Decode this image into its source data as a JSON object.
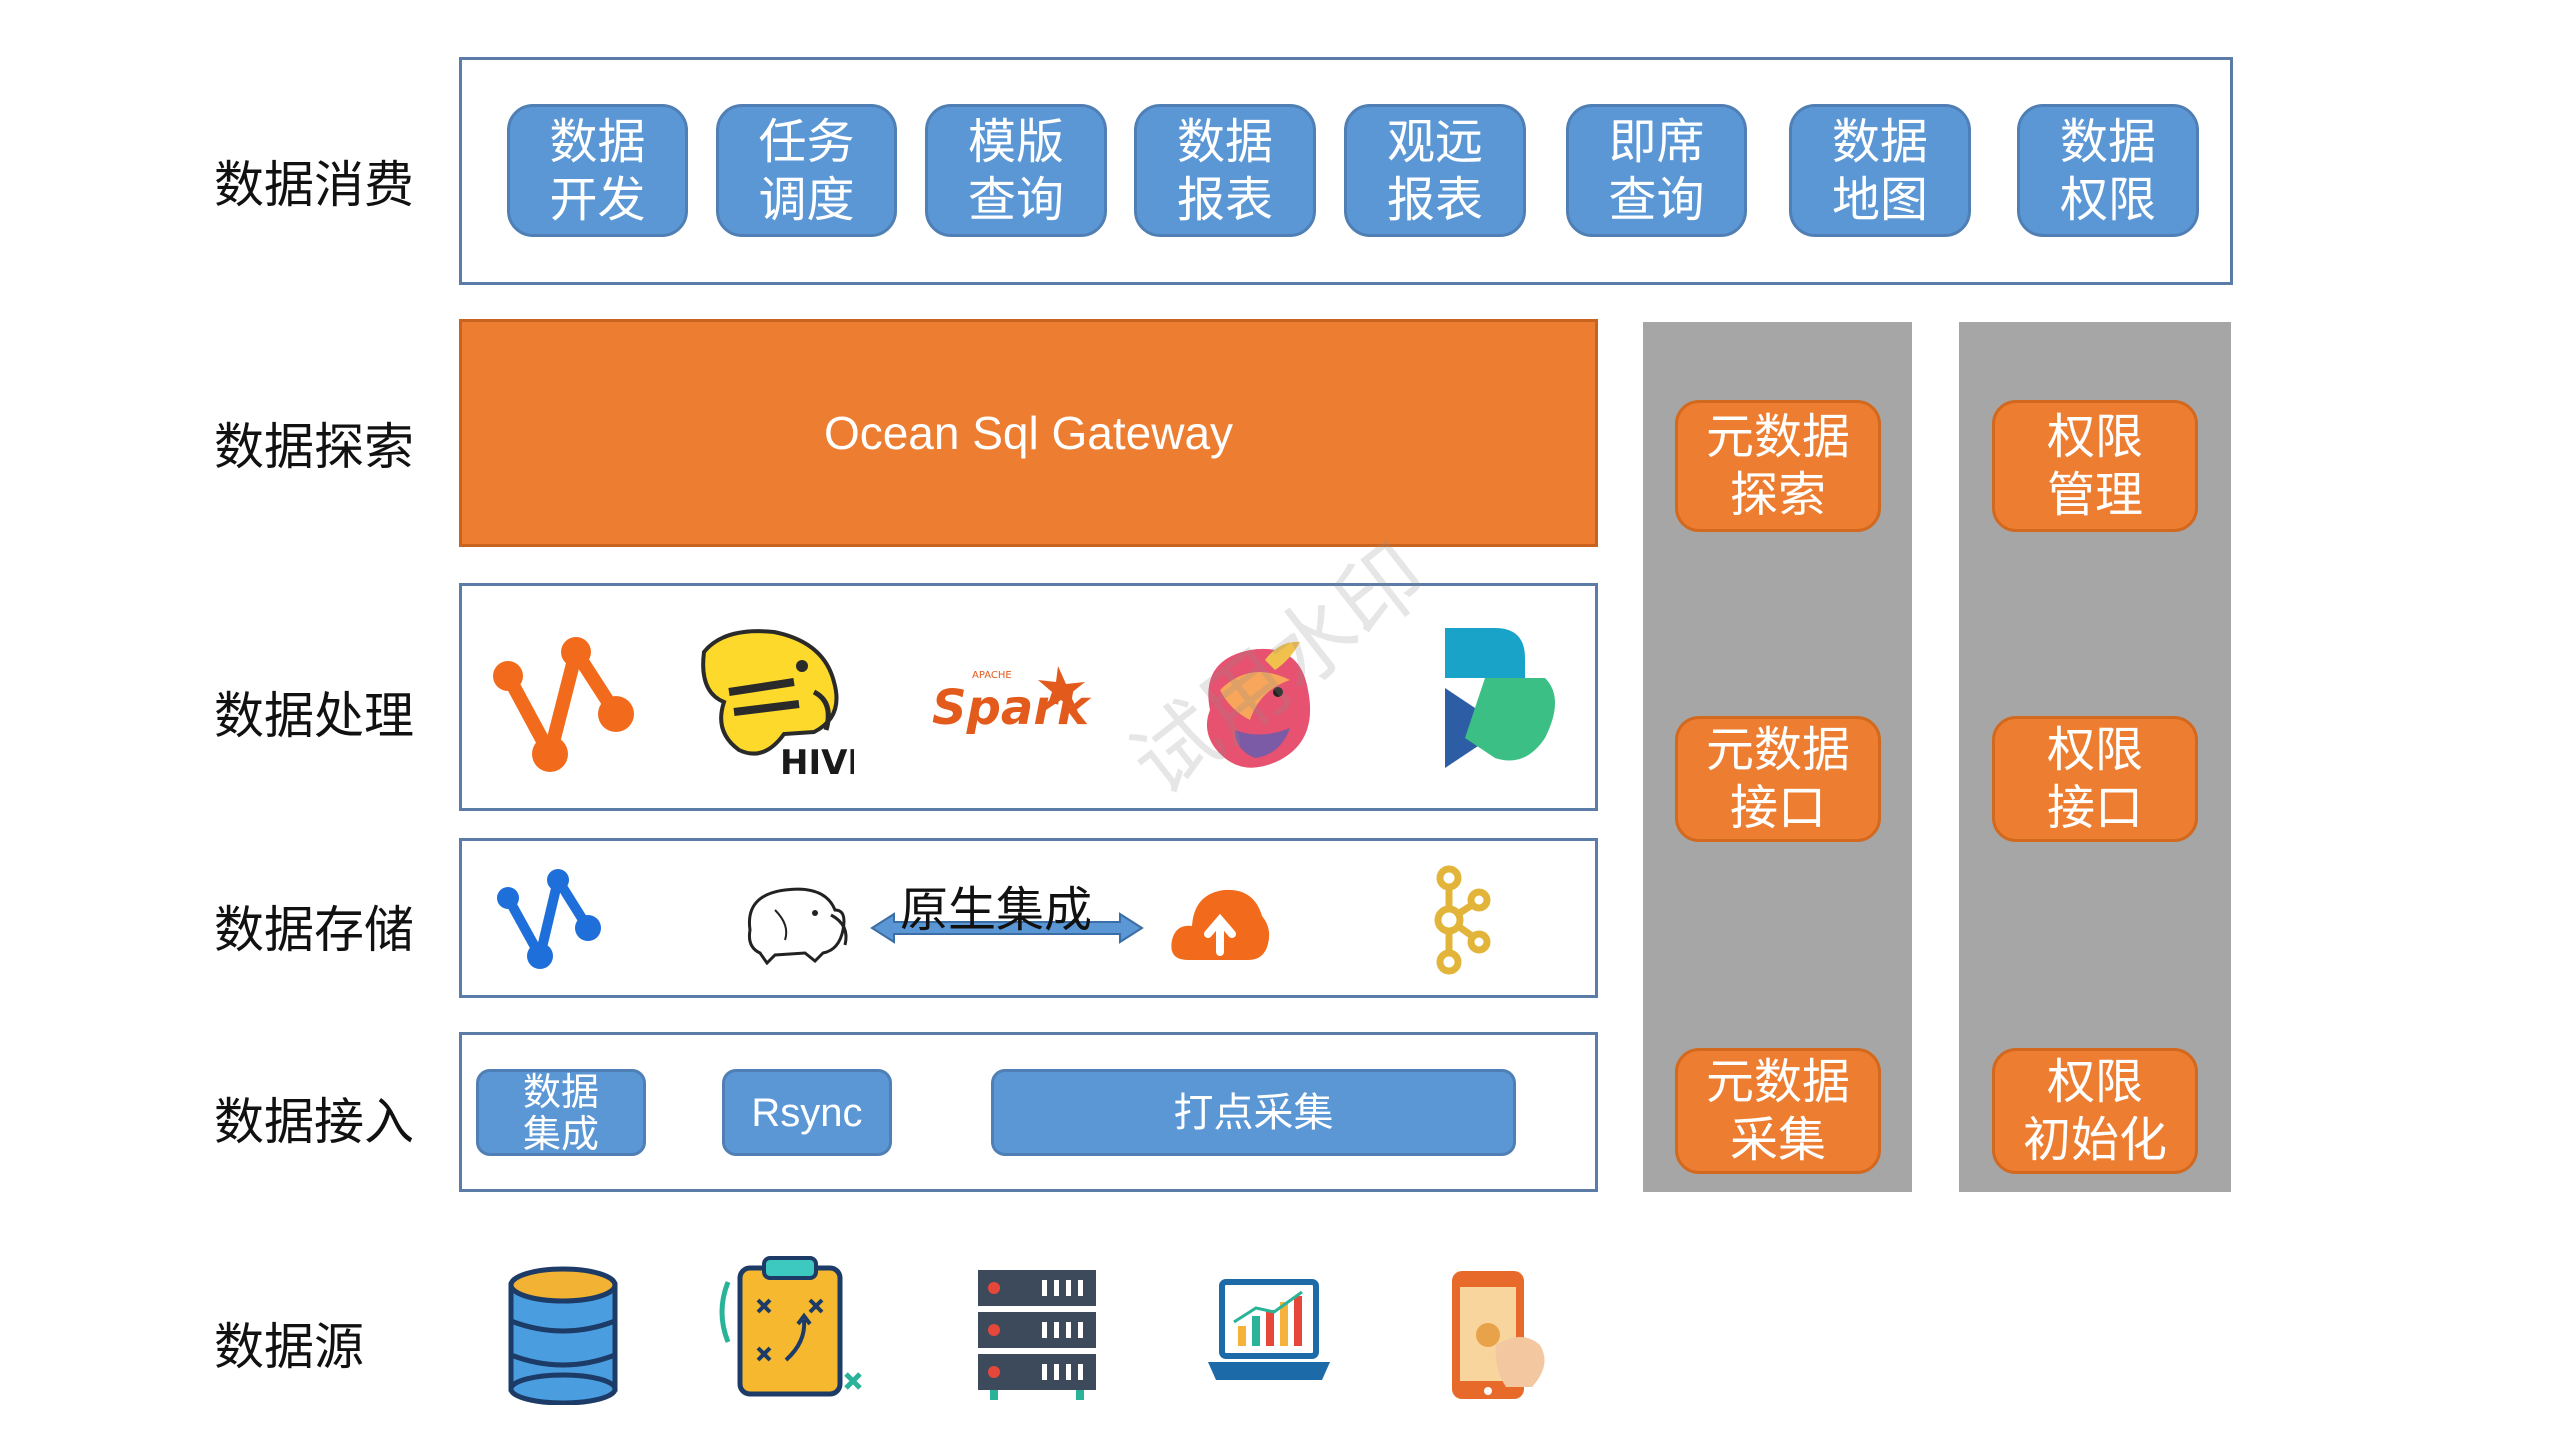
{
  "rows": {
    "consume": "数据消费",
    "explore": "数据探索",
    "process": "数据处理",
    "storage": "数据存储",
    "ingest": "数据接入",
    "source": "数据源"
  },
  "consume_items": [
    "数据\n开发",
    "任务\n调度",
    "模版\n查询",
    "数据\n报表",
    "观远\n报表",
    "即席\n查询",
    "数据\n地图",
    "数据\n权限"
  ],
  "gateway": "Ocean Sql Gateway",
  "meta_col": [
    "元数据\n探索",
    "元数据\n接口",
    "元数据\n采集"
  ],
  "perm_col": [
    "权限\n管理",
    "权限\n接口",
    "权限\n初始化"
  ],
  "ingest_items": {
    "integrate": "数据\n集成",
    "rsync": "Rsync",
    "tracking": "打点采集"
  },
  "storage_arrow_label": "原生集成",
  "hive_text": "HIVE",
  "spark_text": "Spark",
  "apache_text": "APACHE",
  "watermark": "试用水印",
  "icons": {
    "process": [
      "airflow-icon",
      "hive-logo",
      "spark-logo",
      "flink-logo",
      "kylin-icon"
    ],
    "storage": [
      "doris-icon",
      "hadoop-icon",
      "cloud-storage-icon",
      "kafka-icon"
    ],
    "source": [
      "database-icon",
      "clipboard-icon",
      "server-rack-icon",
      "laptop-chart-icon",
      "mobile-app-icon"
    ]
  },
  "colors": {
    "blue": "#5b97d5",
    "orange": "#ed7d31",
    "gray": "#a6a6a6",
    "frame": "#5a7ca6"
  }
}
